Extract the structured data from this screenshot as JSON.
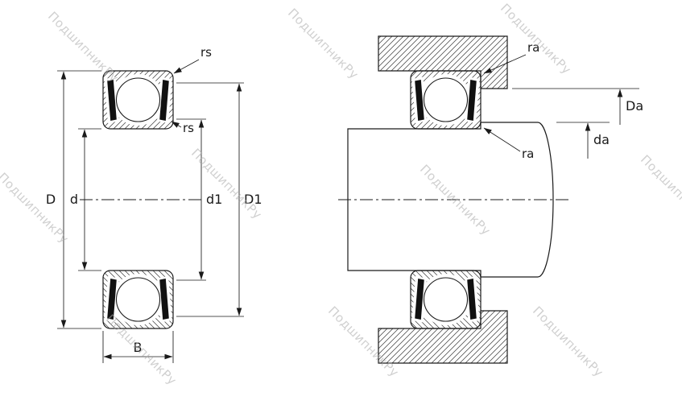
{
  "watermark": {
    "text": "ПодшипникРу"
  },
  "colors": {
    "line": "#1a1a1a",
    "watermark": "#ababab",
    "background": "#ffffff",
    "shield": "#111111"
  },
  "left_view": {
    "dim_D": "D",
    "dim_d": "d",
    "dim_d1": "d1",
    "dim_D1": "D1",
    "dim_B": "B",
    "label_rs_outer": "rs",
    "label_rs_inner": "rs"
  },
  "right_view": {
    "label_ra_housing": "ra",
    "label_ra_shaft": "ra",
    "dim_Da": "Da",
    "dim_da": "da"
  }
}
